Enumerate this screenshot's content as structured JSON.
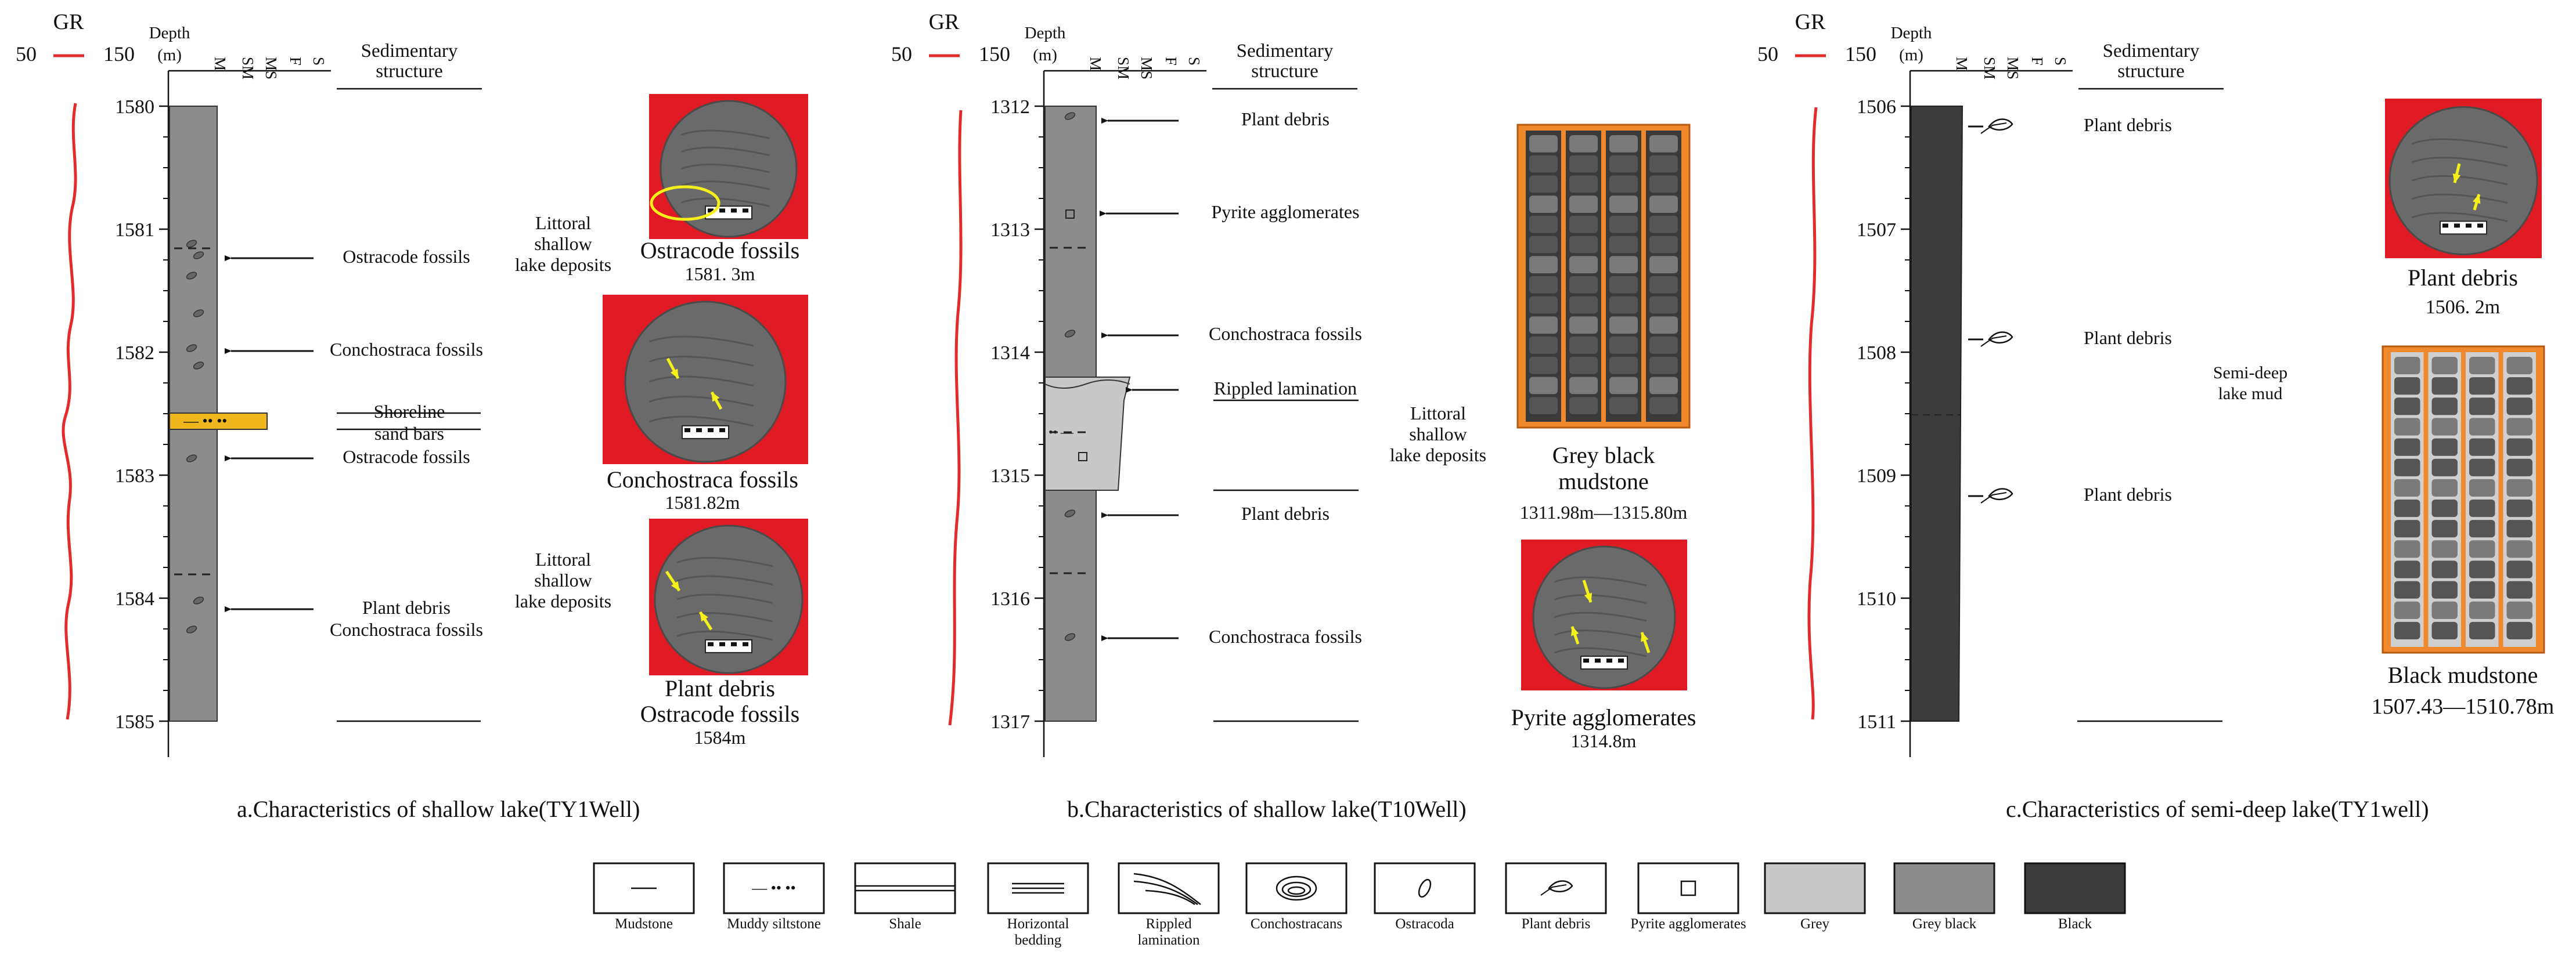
{
  "header": {
    "gr": "GR",
    "gr_min": "50",
    "gr_max": "150",
    "depth": "Depth",
    "depth_unit": "(m)",
    "grain_sizes": [
      "M",
      "SM",
      "MS",
      "F",
      "S"
    ],
    "sed_1": "Sedimentary",
    "sed_2": "structure"
  },
  "panels": [
    {
      "caption": "a.Characteristics of shallow lake(TY1Well)",
      "depth_ticks": [
        "1580",
        "1581",
        "1582",
        "1583",
        "1584",
        "1585"
      ],
      "annotations": [
        {
          "lines": [
            "Ostracode fossils"
          ]
        },
        {
          "lines": [
            "Conchostraca fossils"
          ]
        },
        {
          "lines": [
            "Shoreline",
            "sand bars"
          ]
        },
        {
          "lines": [
            "Ostracode fossils"
          ]
        },
        {
          "lines": [
            "Plant debris",
            "Conchostraca fossils"
          ]
        }
      ],
      "environments": [
        {
          "lines": [
            "Littoral",
            "shallow",
            "lake deposits"
          ]
        },
        {
          "lines": [
            "Littoral",
            "shallow",
            "lake deposits"
          ]
        }
      ],
      "photos": [
        {
          "lines": [
            "Ostracode fossils",
            "1581. 3m"
          ]
        },
        {
          "lines": [
            "Conchostraca fossils",
            "1581.82m"
          ]
        },
        {
          "lines": [
            "Plant debris",
            "Ostracode fossils",
            "1584m"
          ]
        }
      ]
    },
    {
      "caption": "b.Characteristics of shallow lake(T10Well)",
      "depth_ticks": [
        "1312",
        "1313",
        "1314",
        "1315",
        "1316",
        "1317"
      ],
      "annotations": [
        {
          "lines": [
            "Plant debris"
          ]
        },
        {
          "lines": [
            "Pyrite agglomerates"
          ]
        },
        {
          "lines": [
            "Conchostraca fossils"
          ]
        },
        {
          "lines": [
            "Rippled lamination"
          ]
        },
        {
          "lines": [
            "Plant debris"
          ]
        },
        {
          "lines": [
            "Conchostraca fossils"
          ]
        }
      ],
      "environments": [
        {
          "lines": [
            "Littoral",
            "shallow",
            "lake deposits"
          ]
        }
      ],
      "photos": [
        {
          "lines": [
            "Grey black",
            "mudstone",
            "1311.98m—1315.80m"
          ]
        },
        {
          "lines": [
            "Pyrite agglomerates",
            "1314.8m"
          ]
        }
      ]
    },
    {
      "caption": "c.Characteristics of semi-deep lake(TY1well)",
      "depth_ticks": [
        "1506",
        "1507",
        "1508",
        "1509",
        "1510",
        "1511"
      ],
      "annotations": [
        {
          "lines": [
            "Plant debris"
          ]
        },
        {
          "lines": [
            "Plant debris"
          ]
        },
        {
          "lines": [
            "Plant debris"
          ]
        }
      ],
      "environments": [
        {
          "lines": [
            "Semi-deep",
            "lake mud"
          ]
        }
      ],
      "photos": [
        {
          "lines": [
            "Plant debris",
            "1506. 2m"
          ]
        },
        {
          "lines": [
            "Black mudstone",
            "1507.43—1510.78m"
          ]
        }
      ]
    }
  ],
  "legend": [
    {
      "icon": "mudstone",
      "lines": [
        "Mudstone"
      ]
    },
    {
      "icon": "muddy-siltstone",
      "lines": [
        "Muddy siltstone"
      ]
    },
    {
      "icon": "shale",
      "lines": [
        "Shale"
      ]
    },
    {
      "icon": "horizontal-bedding",
      "lines": [
        "Horizontal",
        "bedding"
      ]
    },
    {
      "icon": "rippled-lamination",
      "lines": [
        "Rippled",
        "lamination"
      ]
    },
    {
      "icon": "conchostracans",
      "lines": [
        "Conchostracans"
      ]
    },
    {
      "icon": "ostracoda",
      "lines": [
        "Ostracoda"
      ]
    },
    {
      "icon": "plant-debris",
      "lines": [
        "Plant debris"
      ]
    },
    {
      "icon": "pyrite-agglomerates",
      "lines": [
        "Pyrite agglomerates"
      ]
    },
    {
      "icon": "grey",
      "lines": [
        "Grey"
      ]
    },
    {
      "icon": "grey-black",
      "lines": [
        "Grey black"
      ]
    },
    {
      "icon": "black",
      "lines": [
        "Black"
      ]
    }
  ],
  "colors": {
    "gr_curve": "#e32b2b",
    "grey": "#c8c8c8",
    "grey_black": "#8c8c8c",
    "black": "#3c3c3c",
    "sand": "#f0b71d",
    "photo_bg": "#e01a22",
    "core_box": "#f0892d",
    "arrow": "#f5ef1a",
    "text": "#111111"
  }
}
